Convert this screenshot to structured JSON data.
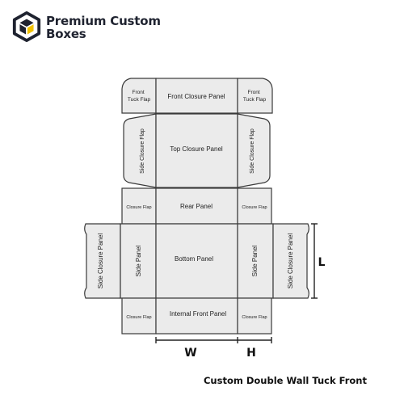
{
  "brand": {
    "line1": "Premium Custom",
    "line2": "Boxes"
  },
  "diagram": {
    "panels": {
      "front_tuck_flap": "Front Tuck Flap",
      "front_closure_panel": "Front Closure Panel",
      "top_closure_panel": "Top Closure Panel",
      "side_closure_flap": "Side Closure Flap",
      "closure_flap": "Closure Flap",
      "rear_panel": "Rear Panel",
      "bottom_panel": "Bottom Panel",
      "side_panel": "Side Panel",
      "side_closure_panel": "Side Closure Panel",
      "internal_front_panel": "Internal Front Panel"
    },
    "dimensions": {
      "w": "W",
      "h": "H",
      "l": "L"
    }
  },
  "caption": "Custom Double Wall Tuck Front",
  "colors": {
    "panel_fill": "#ebebeb",
    "line": "#3a3a3a",
    "logo_dark": "#1f2330",
    "logo_yellow": "#f2c200"
  }
}
